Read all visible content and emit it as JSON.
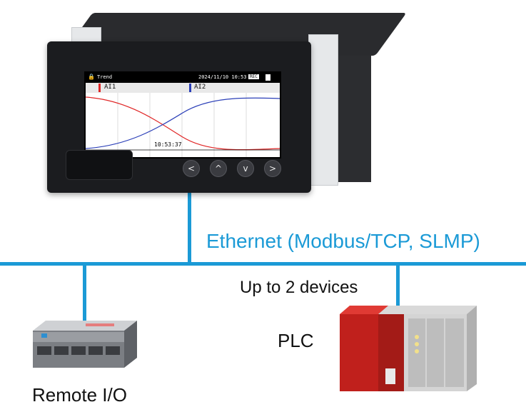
{
  "colors": {
    "network_line": "#1b9ad6",
    "text": "#111111",
    "series_ai1": "#e02626",
    "series_ai2": "#2b3fb8",
    "plc_red": "#c0201c"
  },
  "network": {
    "label": "Ethernet (Modbus/TCP, SLMP)",
    "device_limit_label": "Up to 2 devices"
  },
  "devices": {
    "plc_label": "PLC",
    "remote_io_label": "Remote I/O"
  },
  "recorder": {
    "screen_title": "Trend",
    "datetime": "2024/11/10 10:53",
    "rec_badge": "REC",
    "channel_1": "AI1",
    "channel_2": "AI2",
    "time_label": "10:53:37",
    "buttons": [
      {
        "icon": "chevron-left-icon",
        "glyph": "<"
      },
      {
        "icon": "chevron-up-icon",
        "glyph": "^"
      },
      {
        "icon": "chevron-down-icon",
        "glyph": "v"
      },
      {
        "icon": "chevron-right-icon",
        "glyph": ">"
      }
    ]
  }
}
